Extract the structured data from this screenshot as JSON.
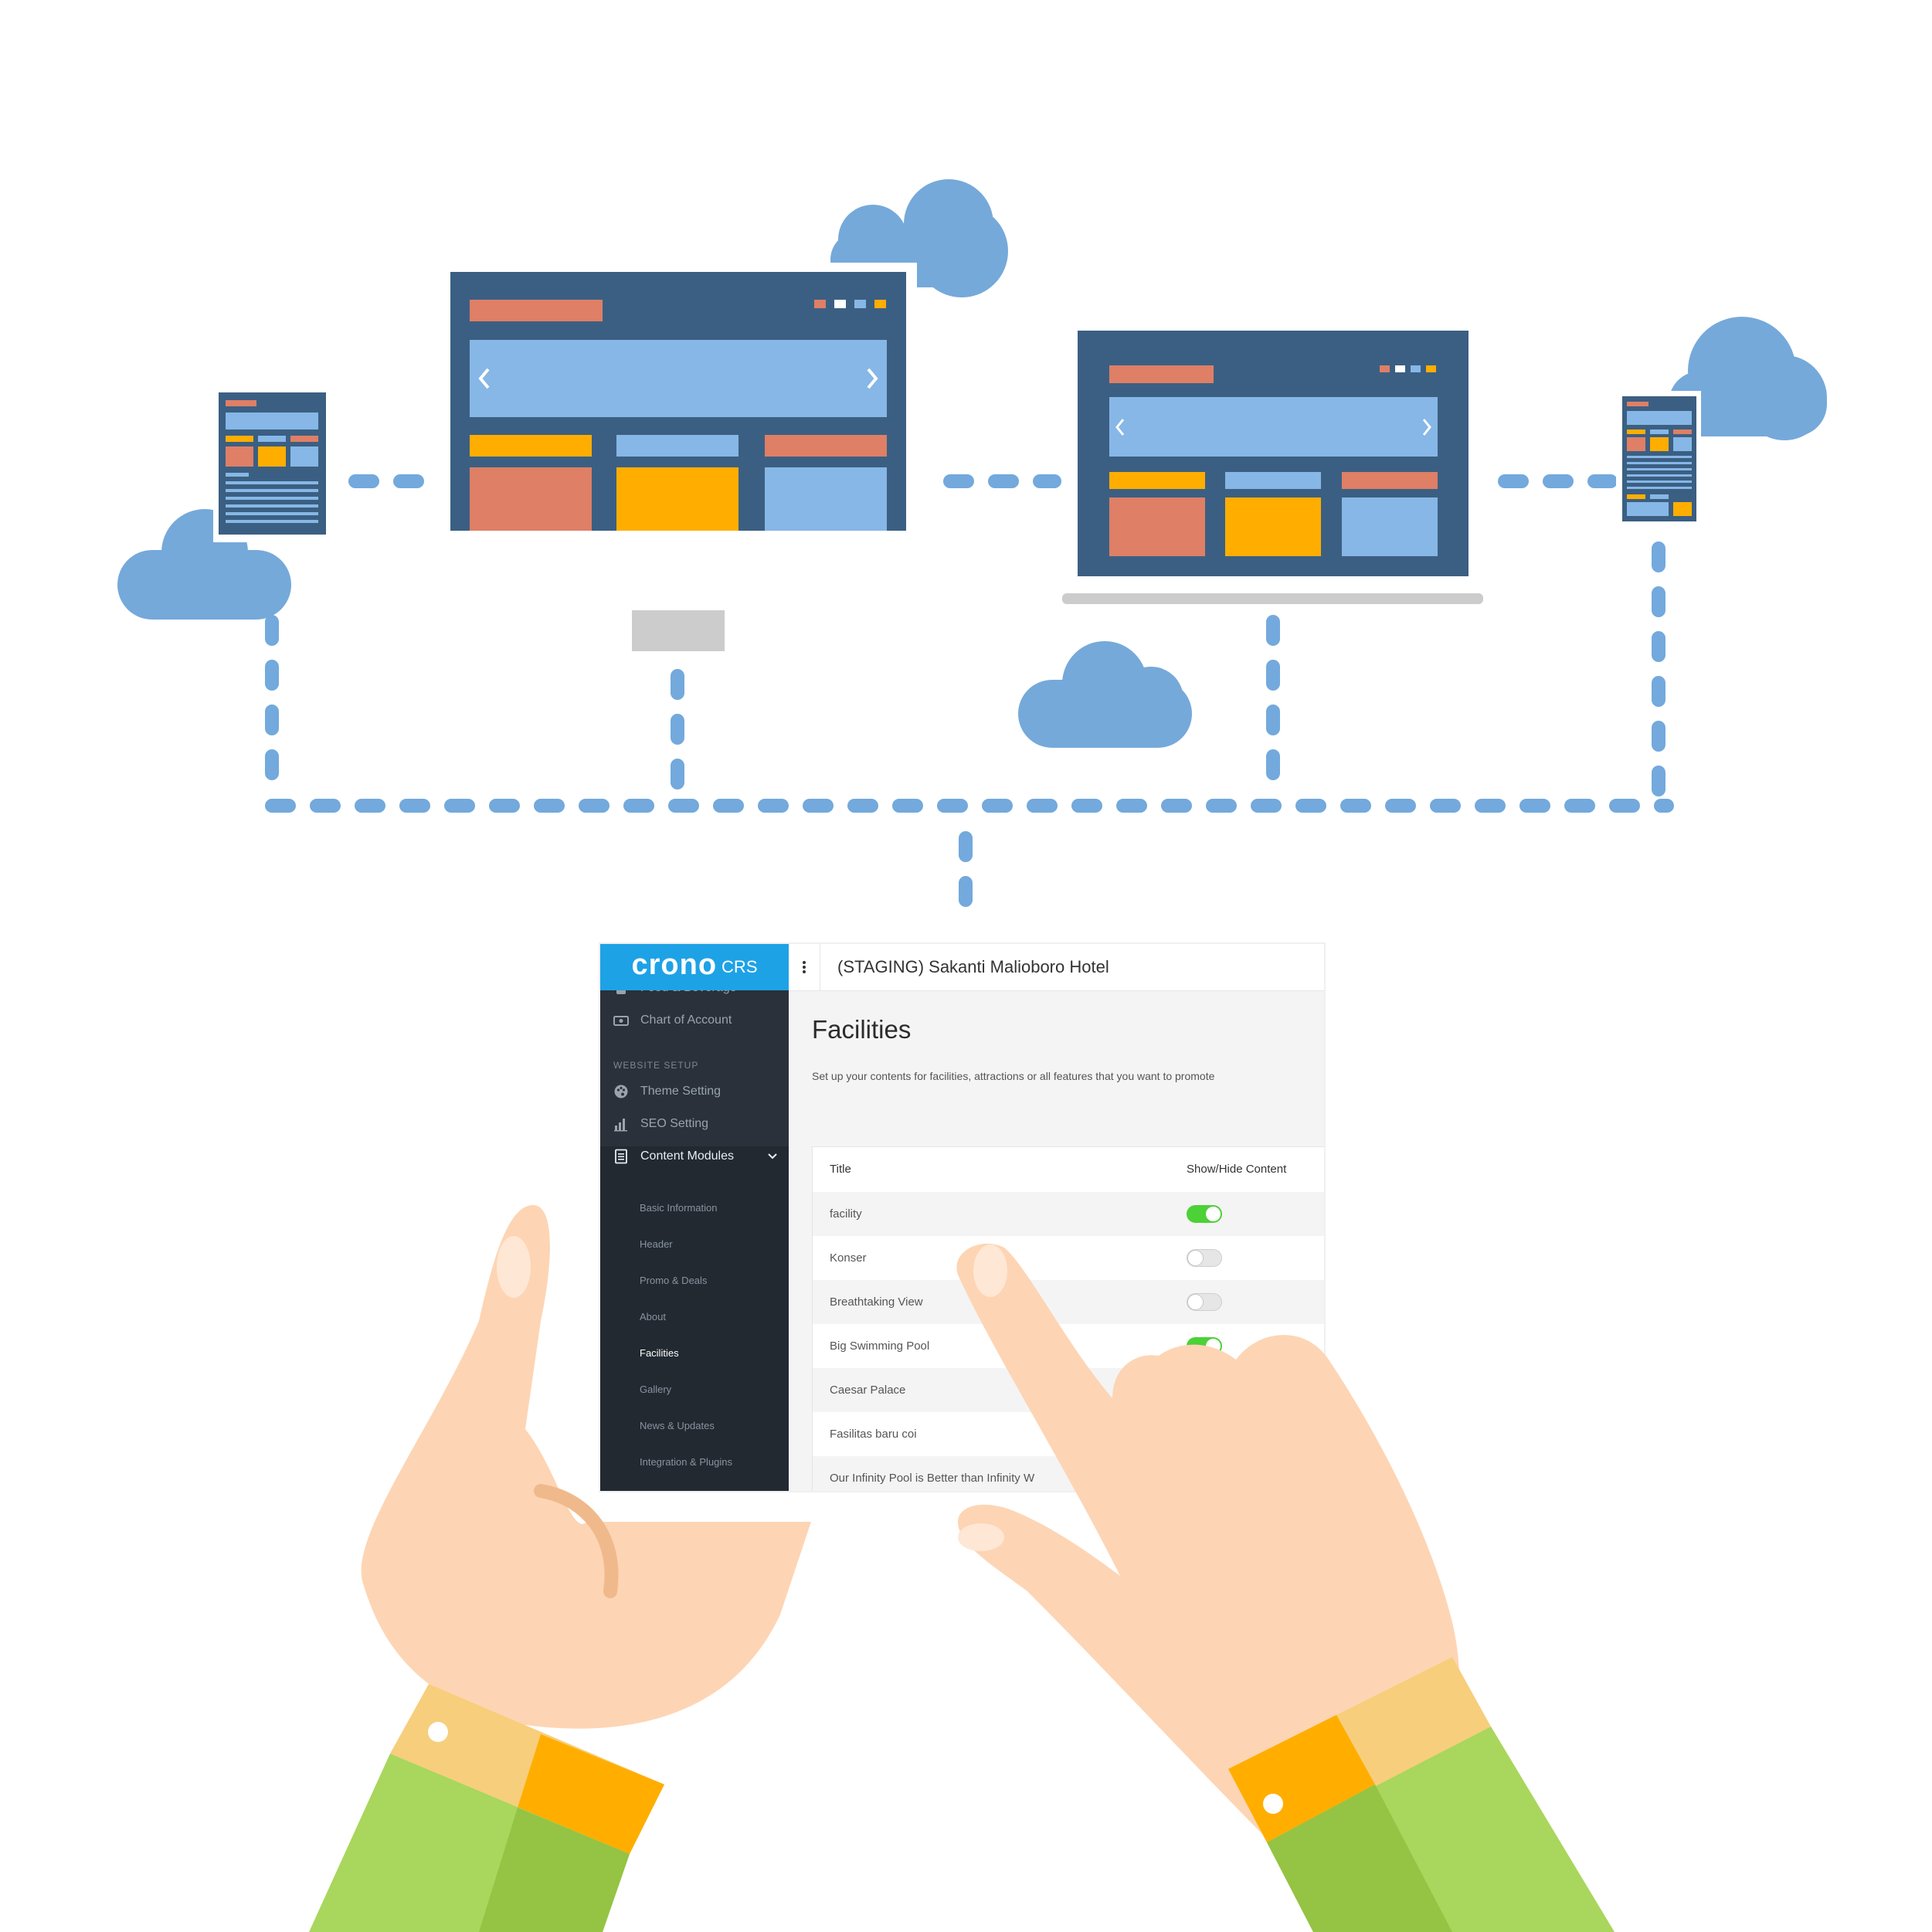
{
  "colors": {
    "dash_blue": "#73a9dc",
    "cloud_blue": "#75a9da",
    "device_frame": "#3b5f82",
    "panel_light_blue": "#86b7e6",
    "accent_salmon": "#df7f66",
    "accent_orange": "#ffae00",
    "skin": "#fdd5b4",
    "sleeve_green": "#a9d65c",
    "brand_blue": "#1ea2e6",
    "toggle_on": "#4cd137"
  },
  "app": {
    "brand": {
      "logo": "crono",
      "suffix": "CRS"
    },
    "topbar": {
      "hotel_name": "(STAGING) Sakanti Malioboro Hotel"
    },
    "sidebar": {
      "items_top": [
        {
          "label": "Food & Beverage",
          "icon": "calculator-icon"
        },
        {
          "label": "Chart of Account",
          "icon": "money-icon"
        }
      ],
      "section_label": "WEBSITE SETUP",
      "items_setup": [
        {
          "label": "Theme Setting",
          "icon": "palette-icon"
        },
        {
          "label": "SEO Setting",
          "icon": "bar-chart-icon"
        },
        {
          "label": "Content Modules",
          "icon": "document-icon"
        }
      ],
      "submenu": [
        {
          "label": "Basic Information"
        },
        {
          "label": "Header"
        },
        {
          "label": "Promo & Deals"
        },
        {
          "label": "About"
        },
        {
          "label": "Facilities"
        },
        {
          "label": "Gallery"
        },
        {
          "label": "News & Updates"
        },
        {
          "label": "Integration & Plugins"
        }
      ]
    },
    "main": {
      "title": "Facilities",
      "description": "Set up your contents for facilities, attractions or all features that you want to promote",
      "table": {
        "columns": [
          "Title",
          "Show/Hide Content"
        ],
        "rows": [
          {
            "title": "facility",
            "visible": true
          },
          {
            "title": "Konser",
            "visible": false
          },
          {
            "title": "Breathtaking View",
            "visible": false
          },
          {
            "title": "Big Swimming Pool",
            "visible": true
          },
          {
            "title": "Caesar Palace",
            "visible": true
          },
          {
            "title": "Fasilitas baru coi",
            "visible": true
          },
          {
            "title": "Our Infinity Pool is Better than Infinity W",
            "visible": true
          }
        ]
      }
    }
  }
}
